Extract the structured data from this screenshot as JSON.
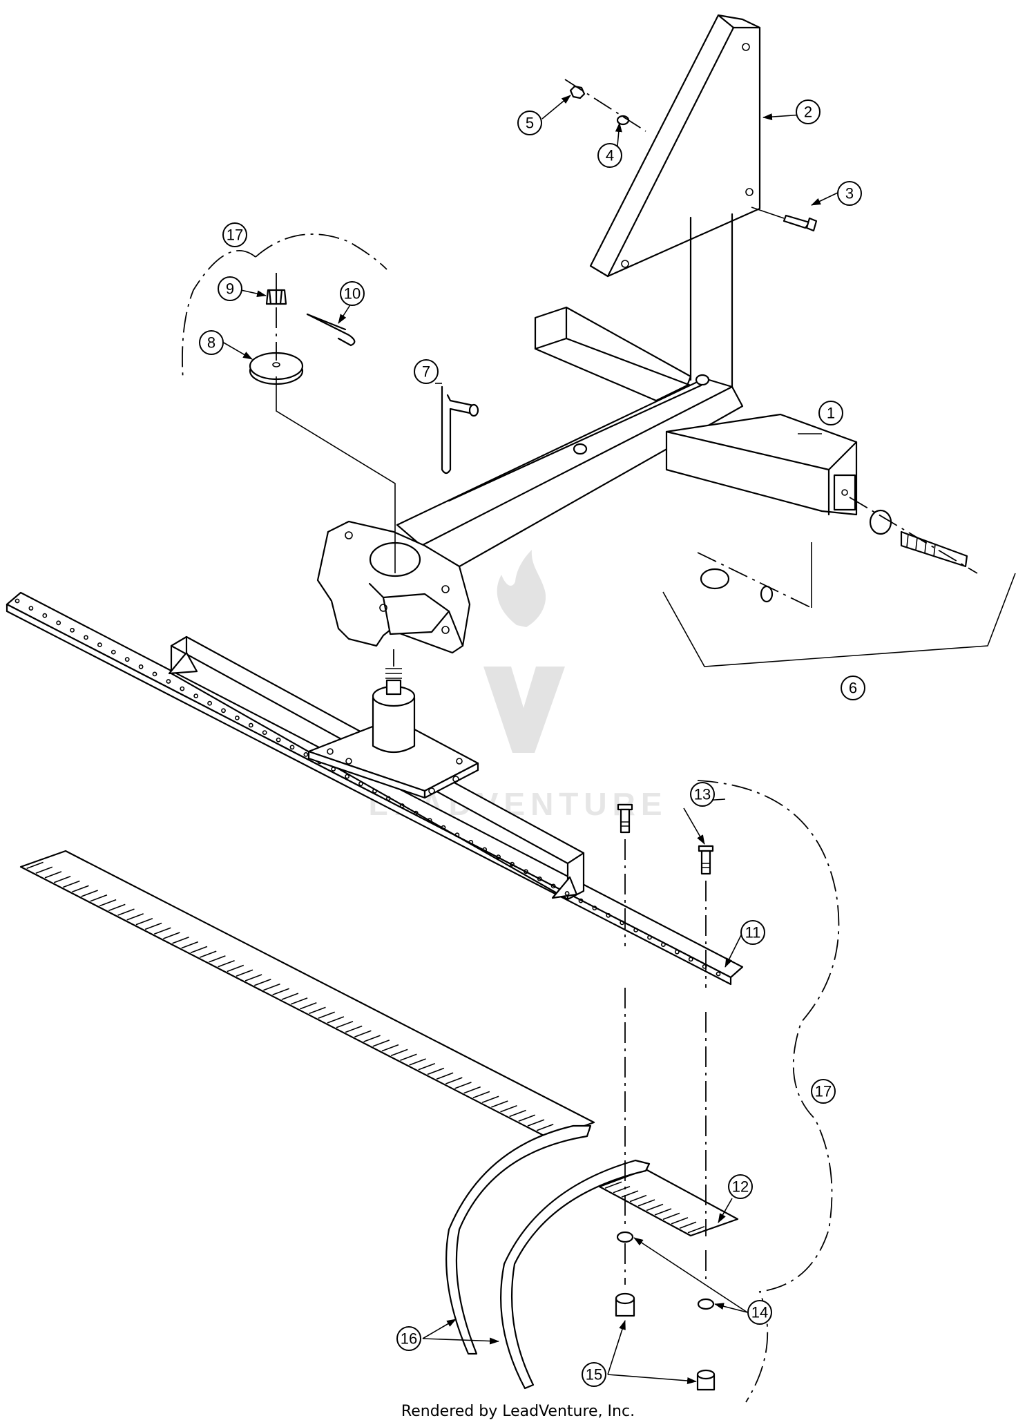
{
  "balloons": [
    {
      "id": "1",
      "label": "1"
    },
    {
      "id": "2",
      "label": "2"
    },
    {
      "id": "3",
      "label": "3"
    },
    {
      "id": "4",
      "label": "4"
    },
    {
      "id": "5",
      "label": "5"
    },
    {
      "id": "6",
      "label": "6"
    },
    {
      "id": "7",
      "label": "7"
    },
    {
      "id": "8",
      "label": "8"
    },
    {
      "id": "9",
      "label": "9"
    },
    {
      "id": "10",
      "label": "10"
    },
    {
      "id": "11",
      "label": "11"
    },
    {
      "id": "12",
      "label": "12"
    },
    {
      "id": "13",
      "label": "13"
    },
    {
      "id": "14",
      "label": "14"
    },
    {
      "id": "15",
      "label": "15"
    },
    {
      "id": "16",
      "label": "16"
    },
    {
      "id": "17a",
      "label": "17"
    },
    {
      "id": "17b",
      "label": "17"
    }
  ],
  "footer": "Rendered by LeadVenture, Inc.",
  "watermark": "LEADVENTURE"
}
